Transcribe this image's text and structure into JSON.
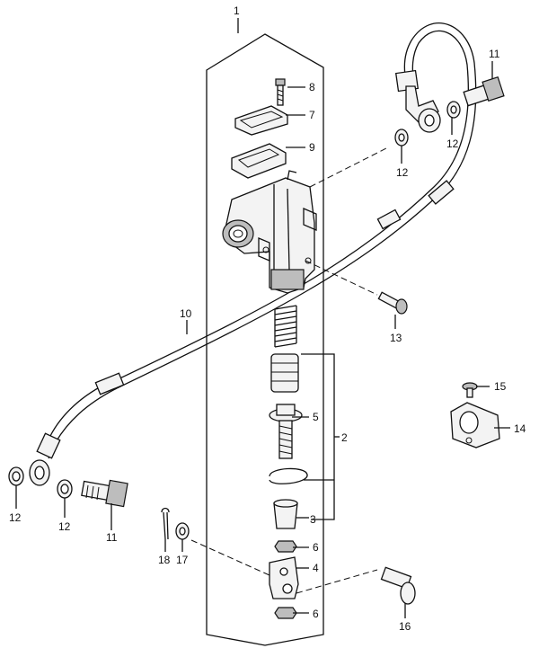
{
  "callouts": [
    {
      "id": "c1",
      "text": "1"
    },
    {
      "id": "c2",
      "text": "2"
    },
    {
      "id": "c3",
      "text": "3"
    },
    {
      "id": "c4",
      "text": "4"
    },
    {
      "id": "c5",
      "text": "5"
    },
    {
      "id": "c6a",
      "text": "6"
    },
    {
      "id": "c6b",
      "text": "6"
    },
    {
      "id": "c7",
      "text": "7"
    },
    {
      "id": "c8",
      "text": "8"
    },
    {
      "id": "c9",
      "text": "9"
    },
    {
      "id": "c10",
      "text": "10"
    },
    {
      "id": "c11a",
      "text": "11"
    },
    {
      "id": "c11b",
      "text": "11"
    },
    {
      "id": "c12a",
      "text": "12"
    },
    {
      "id": "c12b",
      "text": "12"
    },
    {
      "id": "c12c",
      "text": "12"
    },
    {
      "id": "c12d",
      "text": "12"
    },
    {
      "id": "c13",
      "text": "13"
    },
    {
      "id": "c14",
      "text": "14"
    },
    {
      "id": "c15",
      "text": "15"
    },
    {
      "id": "c16",
      "text": "16"
    },
    {
      "id": "c17",
      "text": "17"
    },
    {
      "id": "c18",
      "text": "18"
    }
  ]
}
